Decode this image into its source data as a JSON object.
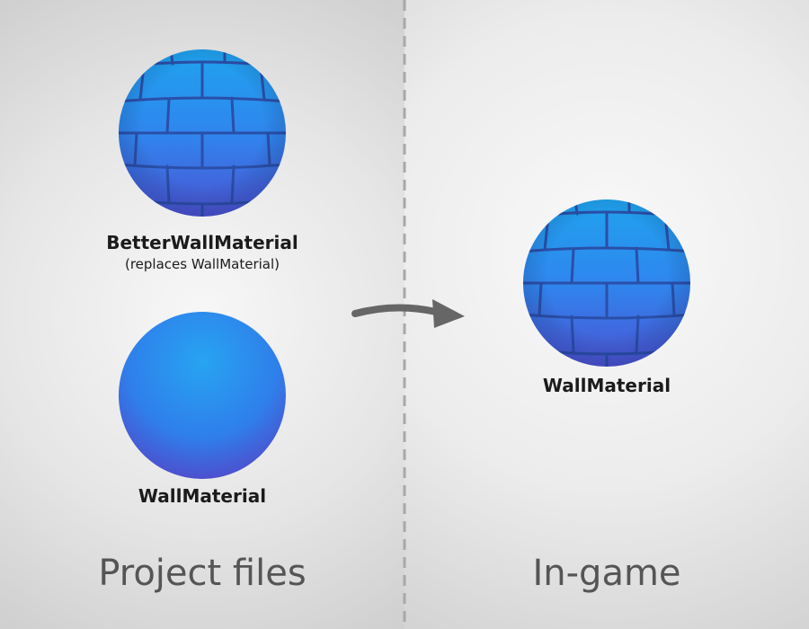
{
  "left_panel": {
    "title": "Project files",
    "textured_sphere": {
      "label": "BetterWallMaterial",
      "sublabel": "(replaces WallMaterial)",
      "icon": "brick-sphere-icon"
    },
    "plain_sphere": {
      "label": "WallMaterial",
      "icon": "plain-sphere-icon"
    }
  },
  "right_panel": {
    "title": "In-game",
    "textured_sphere": {
      "label": "WallMaterial",
      "icon": "brick-sphere-icon"
    }
  },
  "connector": {
    "icon": "curved-arrow-icon"
  },
  "colors": {
    "sphere_blue": "#2f8cf0",
    "sphere_light": "#1fa0ee",
    "sphere_dark": "#4b55d0",
    "brick_line": "#2a4fa8",
    "arrow": "#666666",
    "divider": "#a8a8a8",
    "label_text": "#1b1b1b",
    "title_text": "#555555"
  }
}
